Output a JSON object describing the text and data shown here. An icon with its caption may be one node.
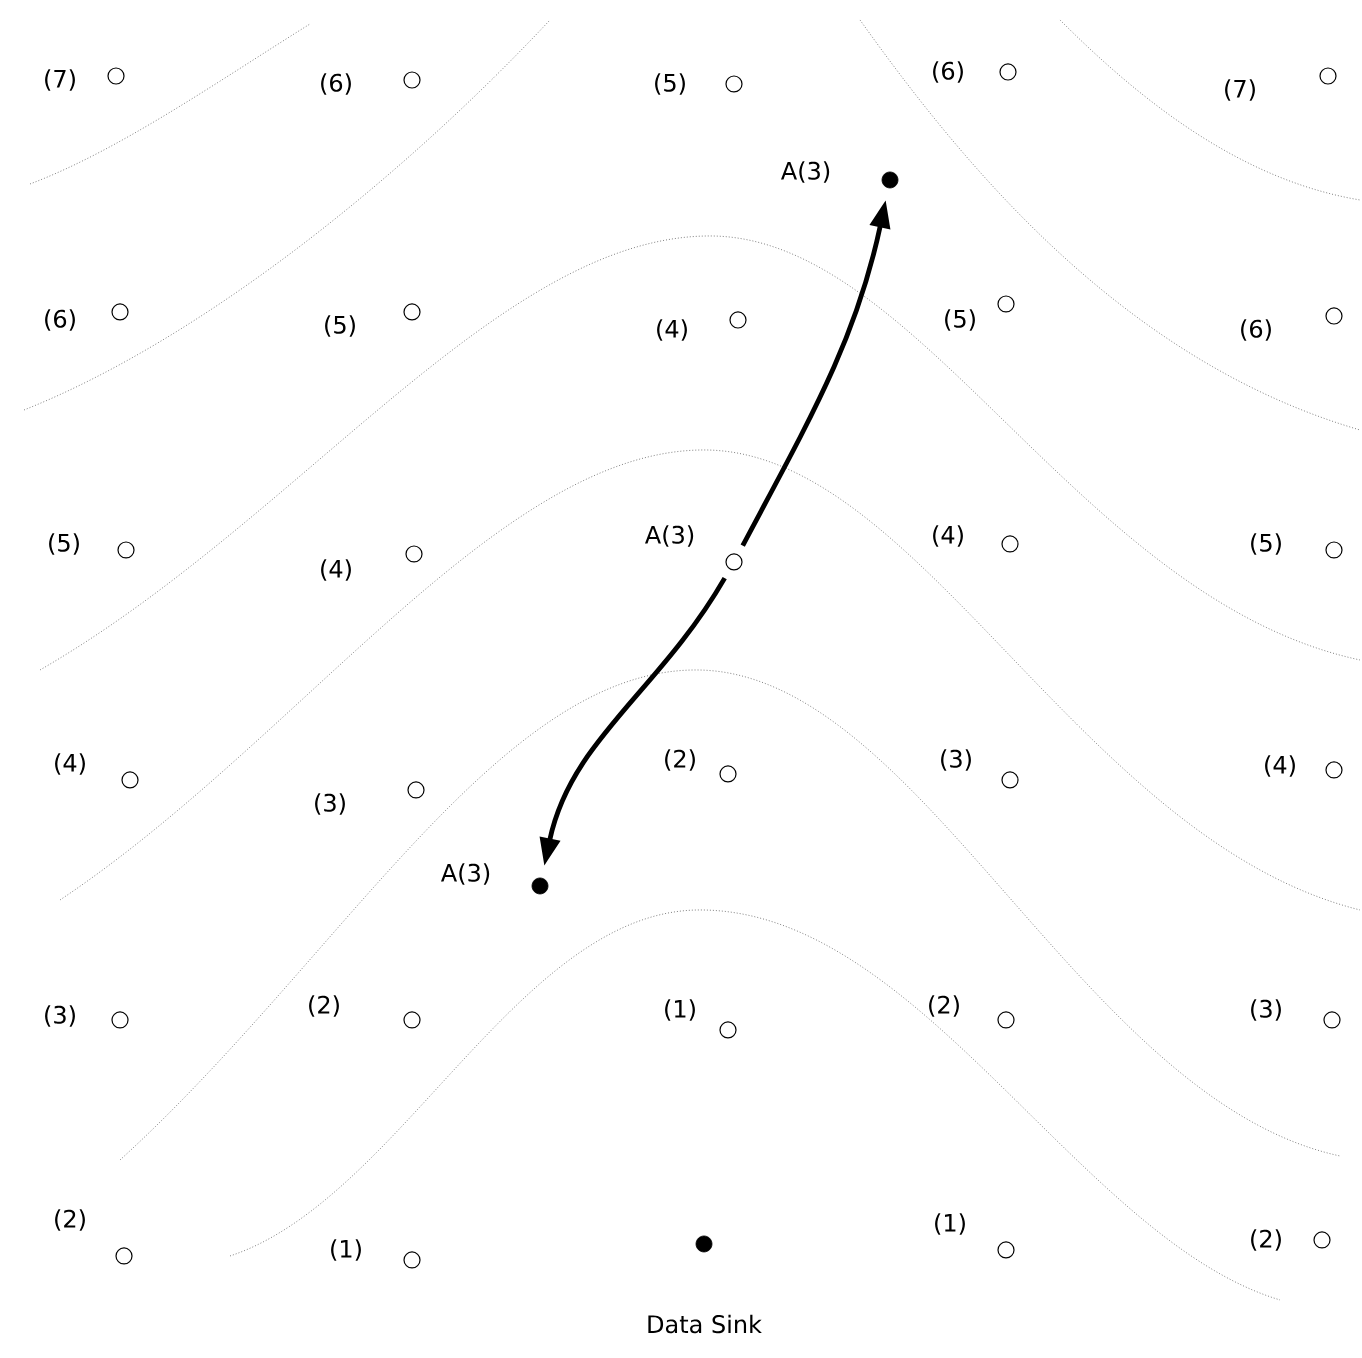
{
  "diagram": {
    "nodes": [
      {
        "text": [],
        "shape": "circle",
        "beside": [
          "(7)"
        ]
      },
      {
        "text": [],
        "shape": "circle",
        "beside": [
          "(6)"
        ]
      },
      {
        "text": [],
        "shape": "circle",
        "beside": [
          "(5)"
        ]
      },
      {
        "text": [],
        "shape": "circle",
        "beside": [
          "(6)"
        ]
      },
      {
        "text": [],
        "shape": "circle",
        "beside": [
          "(7)"
        ]
      },
      {
        "text": [],
        "shape": "dot",
        "beside": [
          "A(3)"
        ]
      },
      {
        "text": [],
        "shape": "circle",
        "beside": [
          "(6)"
        ]
      },
      {
        "text": [],
        "shape": "circle",
        "beside": [
          "(5)"
        ]
      },
      {
        "text": [],
        "shape": "circle",
        "beside": [
          "(4)"
        ]
      },
      {
        "text": [],
        "shape": "circle",
        "beside": [
          "(5)"
        ]
      },
      {
        "text": [],
        "shape": "circle",
        "beside": [
          "(6)"
        ]
      },
      {
        "text": [],
        "shape": "circle",
        "beside": [
          "(5)"
        ]
      },
      {
        "text": [],
        "shape": "circle",
        "beside": [
          "(4)"
        ]
      },
      {
        "text": [],
        "shape": "circle",
        "beside": [
          "A(3)"
        ]
      },
      {
        "text": [],
        "shape": "circle",
        "beside": [
          "(4)"
        ]
      },
      {
        "text": [],
        "shape": "circle",
        "beside": [
          "(5)"
        ]
      },
      {
        "text": [],
        "shape": "circle",
        "beside": [
          "(4)"
        ]
      },
      {
        "text": [],
        "shape": "circle",
        "beside": [
          "(3)"
        ]
      },
      {
        "text": [],
        "shape": "circle",
        "beside": [
          "(2)"
        ]
      },
      {
        "text": [],
        "shape": "circle",
        "beside": [
          "(3)"
        ]
      },
      {
        "text": [],
        "shape": "circle",
        "beside": [
          "(4)"
        ]
      },
      {
        "text": [],
        "shape": "dot",
        "beside": [
          "A(3)"
        ]
      },
      {
        "text": [],
        "shape": "circle",
        "beside": [
          "(3)"
        ]
      },
      {
        "text": [],
        "shape": "circle",
        "beside": [
          "(2)"
        ]
      },
      {
        "text": [],
        "shape": "circle",
        "beside": [
          "(1)"
        ]
      },
      {
        "text": [],
        "shape": "circle",
        "beside": [
          "(2)"
        ]
      },
      {
        "text": [],
        "shape": "circle",
        "beside": [
          "(3)"
        ]
      },
      {
        "text": [],
        "shape": "circle",
        "beside": [
          "(2)"
        ]
      },
      {
        "text": [],
        "shape": "circle",
        "beside": [
          "(1)"
        ]
      },
      {
        "text": [],
        "shape": "dot",
        "beside": [
          "Data Sink"
        ]
      },
      {
        "text": [],
        "shape": "circle",
        "beside": [
          "(1)"
        ]
      },
      {
        "text": [],
        "shape": "circle",
        "beside": [
          "(2)"
        ]
      }
    ],
    "edges": [
      {
        "from": 13,
        "to": 5,
        "arrow": "to"
      },
      {
        "from": 13,
        "to": 21,
        "arrow": "to"
      }
    ]
  }
}
